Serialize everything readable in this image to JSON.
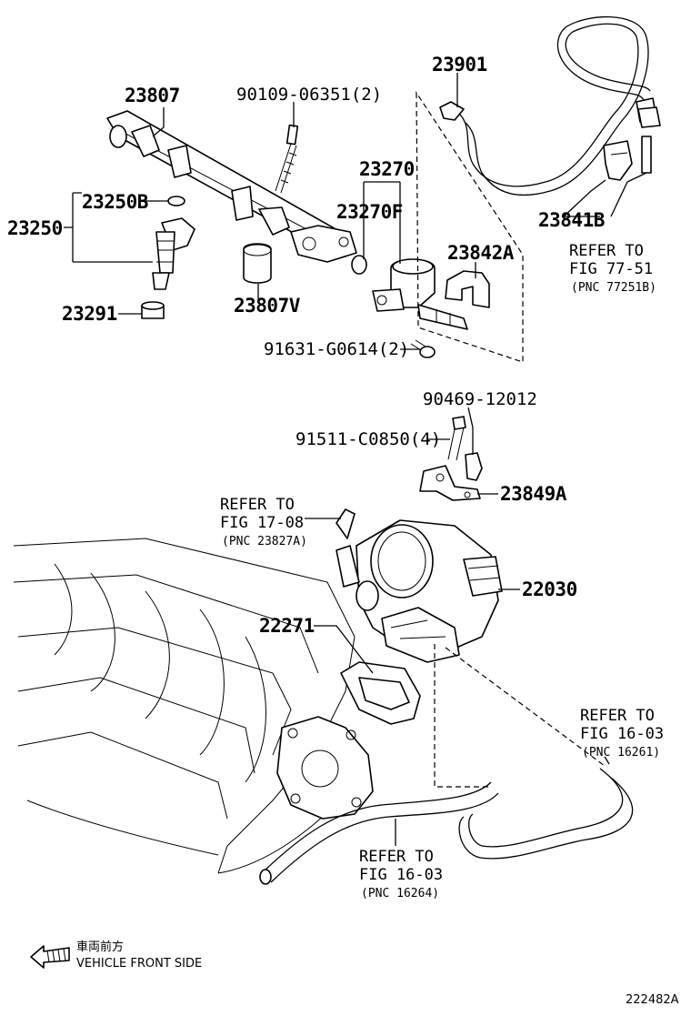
{
  "labels": {
    "p23807": "23807",
    "p90109": "90109-06351(2)",
    "p23270": "23270",
    "p23901": "23901",
    "p23250B": "23250B",
    "p23250": "23250",
    "p23270F": "23270F",
    "p23842A": "23842A",
    "p23841B": "23841B",
    "p23291": "23291",
    "p23807V": "23807V",
    "p91631": "91631-G0614(2)",
    "p90469": "90469-12012",
    "p91511": "91511-C0850(4)",
    "p23849A": "23849A",
    "p22030": "22030",
    "p22271": "22271"
  },
  "refs": {
    "r77": {
      "line1": "REFER TO",
      "line2": "FIG 77-51",
      "pnc": "(PNC 77251B)"
    },
    "r17": {
      "line1": "REFER TO",
      "line2": "FIG 17-08",
      "pnc": "(PNC 23827A)"
    },
    "r16a": {
      "line1": "REFER TO",
      "line2": "FIG 16-03",
      "pnc": "(PNC 16261)"
    },
    "r16b": {
      "line1": "REFER TO",
      "line2": "FIG 16-03",
      "pnc": "(PNC 16264)"
    }
  },
  "footer": {
    "japanese": "車両前方",
    "direction": "VEHICLE FRONT SIDE",
    "figure_id": "222482A"
  }
}
